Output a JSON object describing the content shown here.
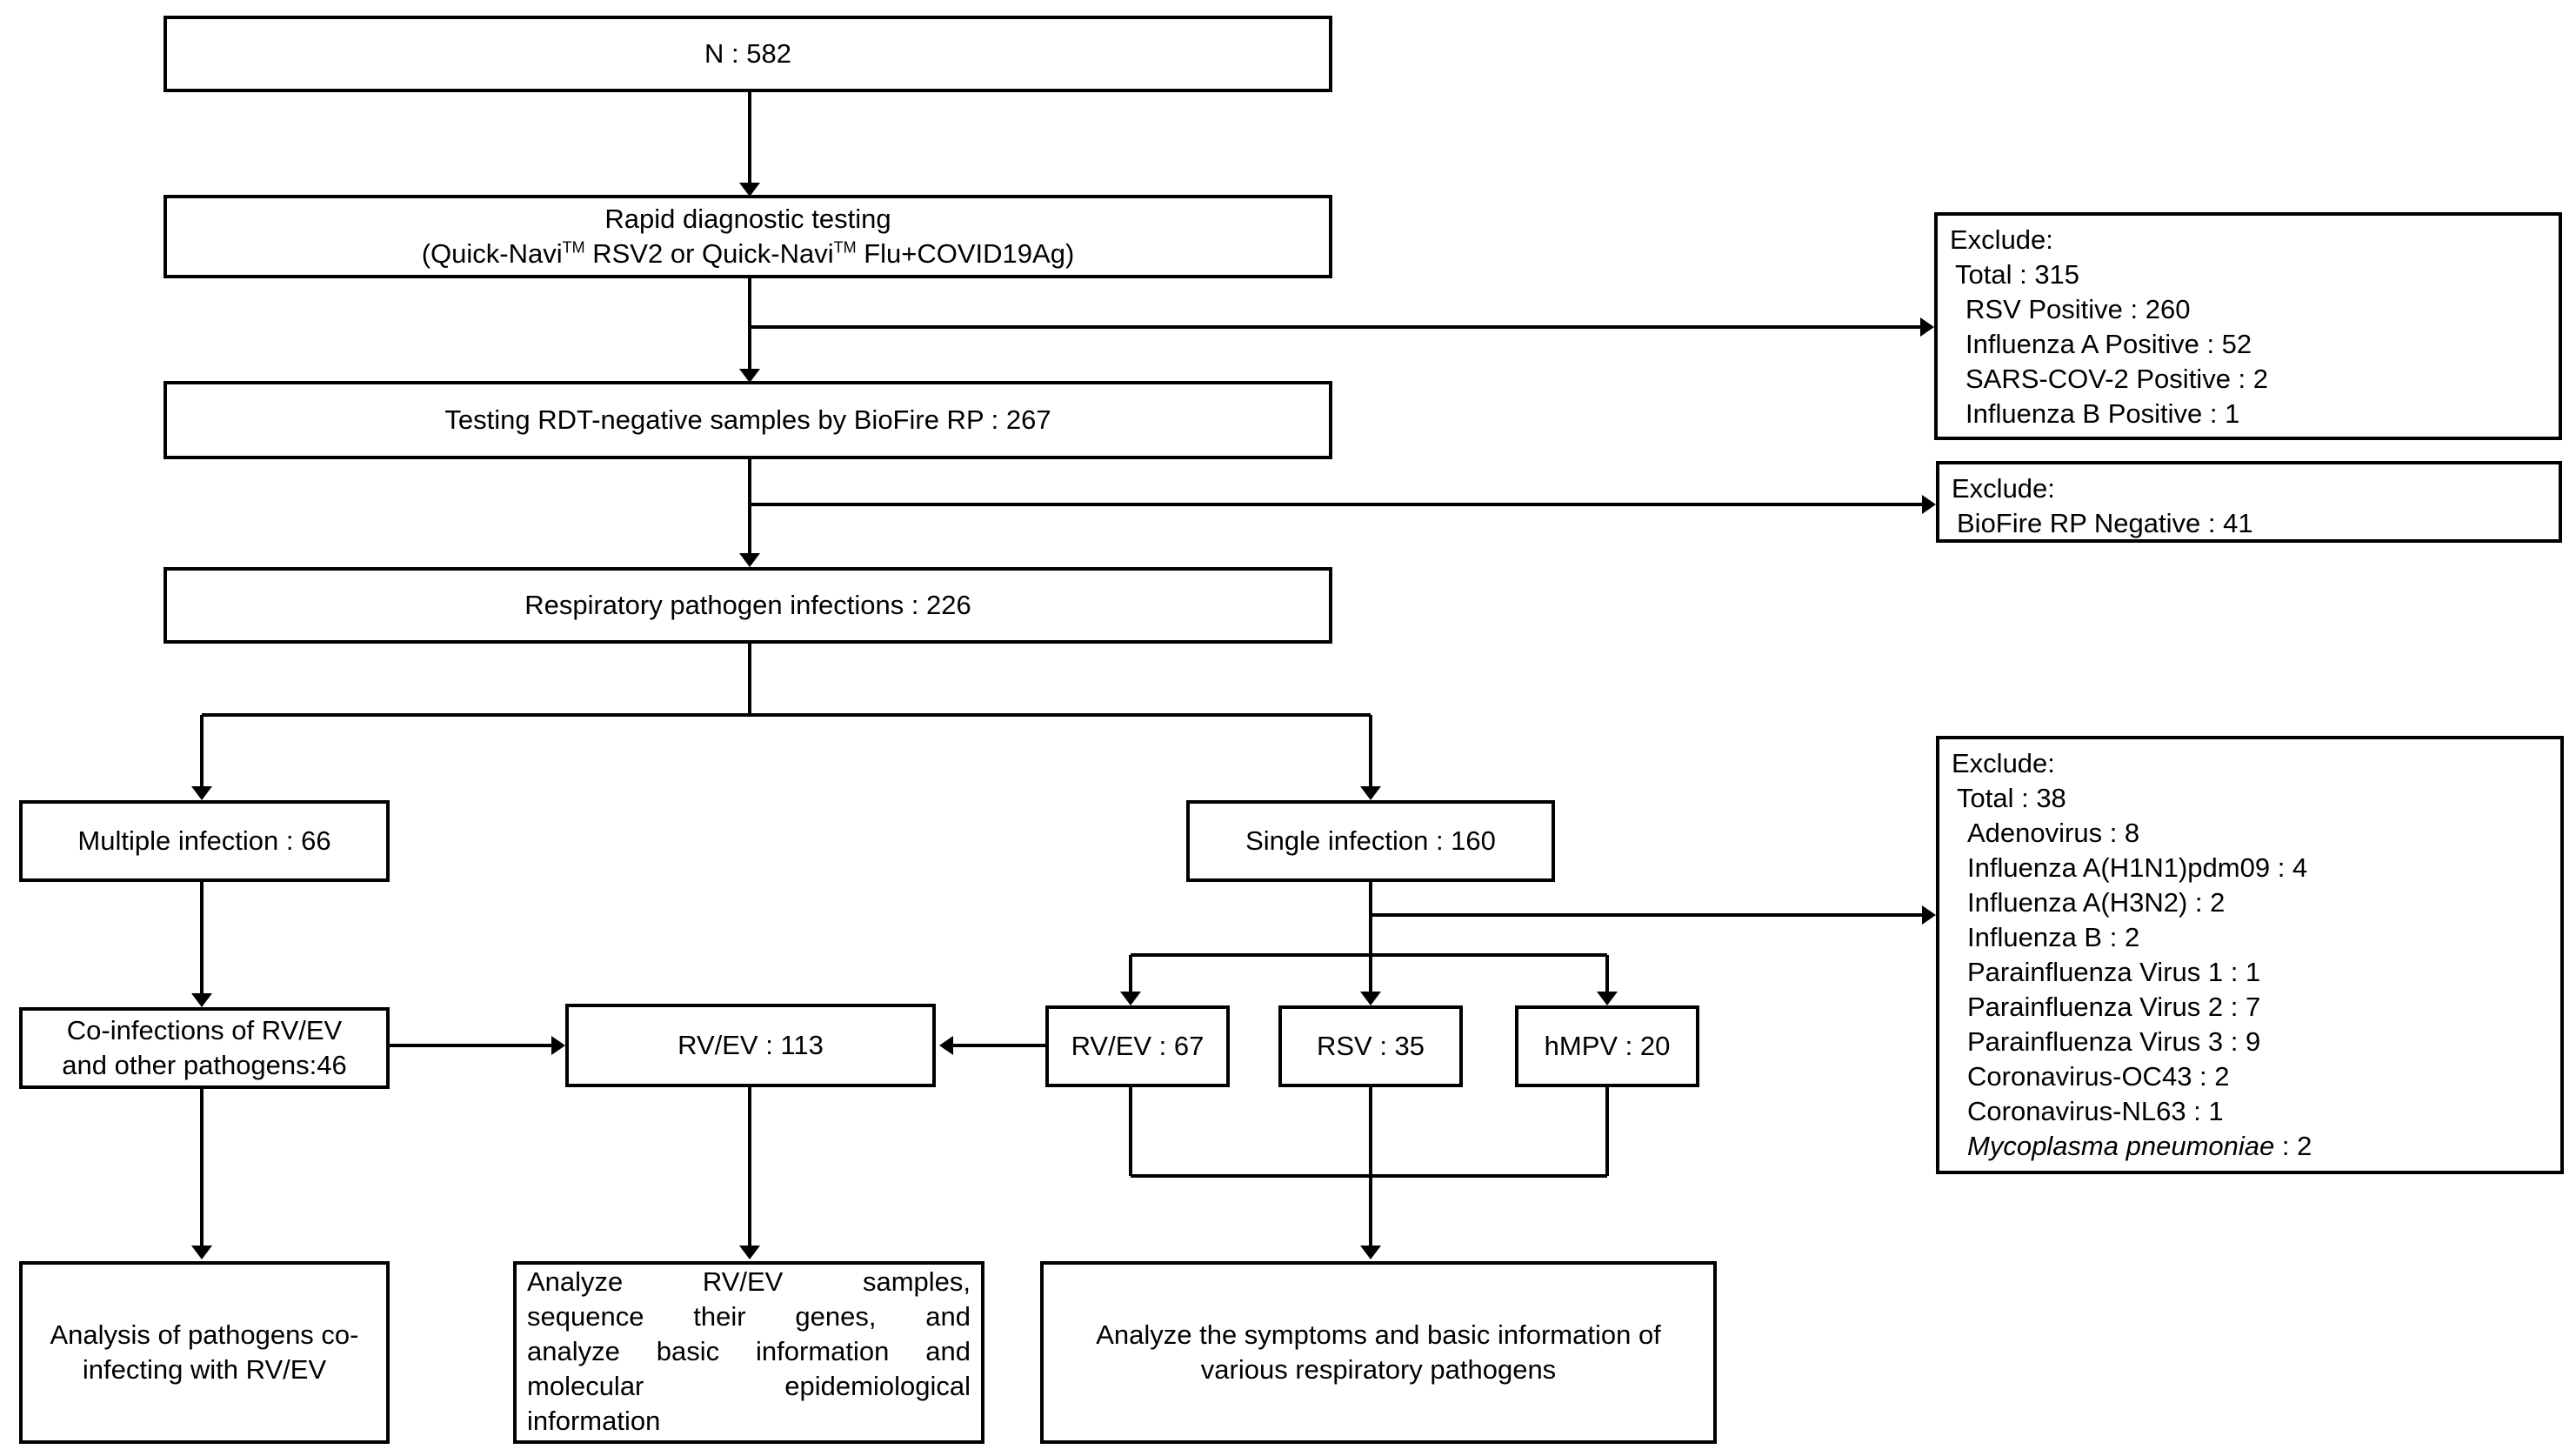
{
  "boxes": {
    "n": "N : 582",
    "rdt_line1": "Rapid diagnostic testing",
    "rdt_line2_a": "(Quick-Navi",
    "rdt_tm1": "TM",
    "rdt_line2_b": " RSV2 or Quick-Navi",
    "rdt_tm2": "TM",
    "rdt_line2_c": " Flu+COVID19Ag)",
    "biofire_testing": "Testing RDT-negative samples by BioFire RP : 267",
    "respiratory": "Respiratory pathogen infections : 226",
    "multiple": "Multiple infection : 66",
    "single": "Single infection : 160",
    "coinf_line1": "Co-infections of RV/EV",
    "coinf_line2": "and other pathogens:46",
    "rvev_total": "RV/EV : 113",
    "rvev_single": "RV/EV : 67",
    "rsv": "RSV : 35",
    "hmpv": "hMPV : 20",
    "analysis_coinf_line1": "Analysis of pathogens co-",
    "analysis_coinf_line2": "infecting with RV/EV",
    "analyze_rvev_lines": [
      "Analyze RV/EV samples,",
      "sequence their genes, and",
      "analyze basic information and",
      "molecular epidemiological",
      "information"
    ],
    "analyze_symptoms_line1": "Analyze the symptoms and basic information of",
    "analyze_symptoms_line2": "various respiratory pathogens"
  },
  "exclude1": {
    "title": "Exclude:",
    "total": "Total : 315",
    "items": [
      "RSV Positive : 260",
      "Influenza A Positive : 52",
      "SARS-COV-2 Positive : 2",
      "Influenza B Positive : 1"
    ]
  },
  "exclude2": {
    "title": "Exclude:",
    "items": [
      "BioFire RP Negative : 41"
    ]
  },
  "exclude3": {
    "title": "Exclude:",
    "total": "Total : 38",
    "items": [
      "Adenovirus : 8",
      "Influenza A(H1N1)pdm09 : 4",
      "Influenza A(H3N2) : 2",
      "Influenza B : 2",
      "Parainfluenza Virus 1 : 1",
      "Parainfluenza Virus 2 : 7",
      "Parainfluenza Virus 3 : 9",
      "Coronavirus-OC43 : 2",
      "Coronavirus-NL63 : 1"
    ],
    "last_item_italic": "Mycoplasma pneumoniae",
    "last_item_rest": " : 2"
  }
}
